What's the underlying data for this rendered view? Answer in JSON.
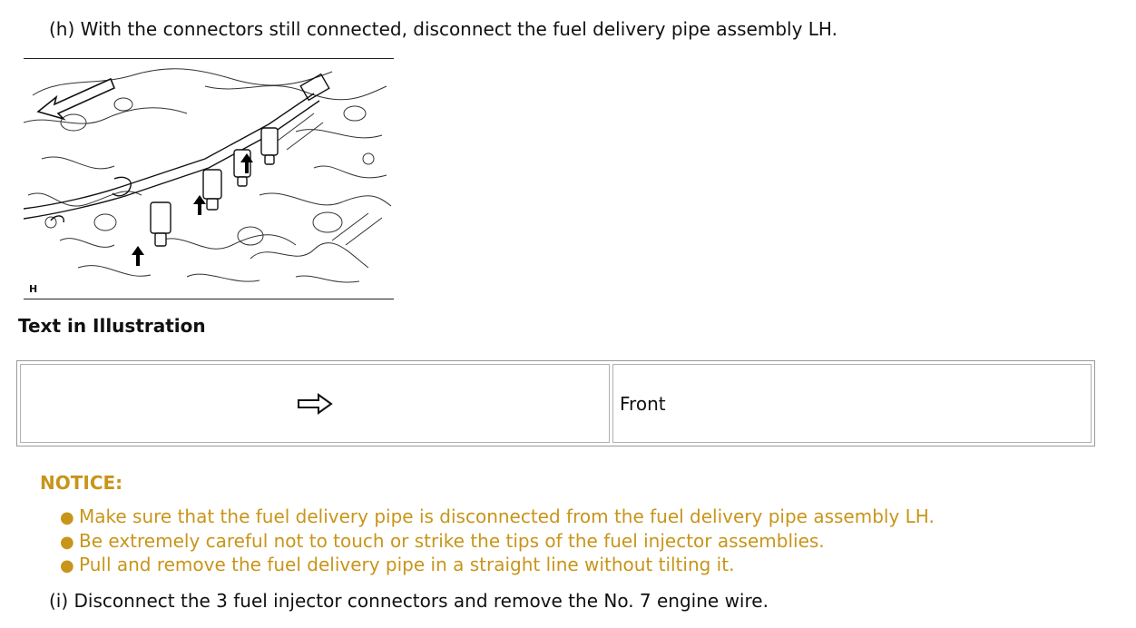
{
  "steps": {
    "h": "(h) With the connectors still connected, disconnect the fuel delivery pipe assembly LH.",
    "i": "(i) Disconnect the 3 fuel injector connectors and remove the No. 7 engine wire."
  },
  "figure": {
    "corner_label": "H"
  },
  "text_in_illustration": {
    "title": "Text in Illustration",
    "rows": [
      {
        "symbol": "front-arrow-icon",
        "label": "Front"
      }
    ]
  },
  "notice": {
    "title": "NOTICE:",
    "items": [
      "Make sure that the fuel delivery pipe is disconnected from the fuel delivery pipe assembly LH.",
      "Be extremely careful not to touch or strike the tips of the fuel injector assemblies.",
      "Pull and remove the fuel delivery pipe in a straight line without tilting it."
    ],
    "color": "#c8951a"
  }
}
